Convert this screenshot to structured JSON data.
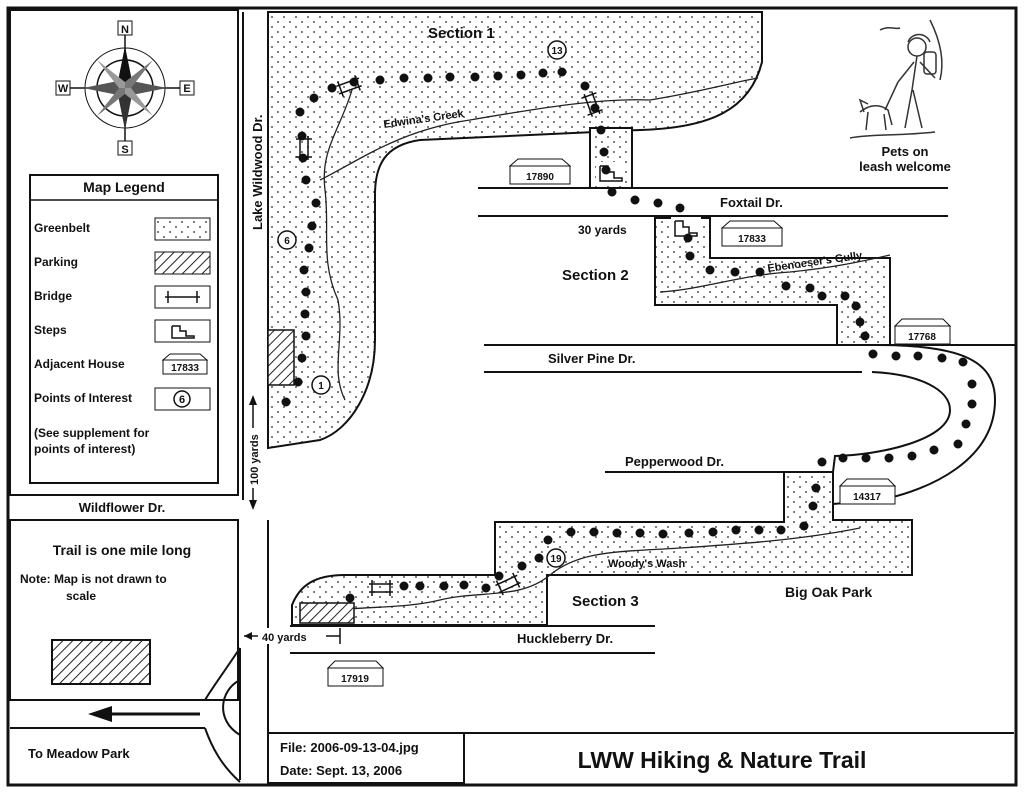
{
  "title": "LWW Hiking & Nature Trail",
  "file": "File: 2006-09-13-04.jpg",
  "date": "Date: Sept. 13, 2006",
  "compass": {
    "n": "N",
    "s": "S",
    "e": "E",
    "w": "W"
  },
  "legend": {
    "heading": "Map Legend",
    "items": [
      "Greenbelt",
      "Parking",
      "Bridge",
      "Steps",
      "Adjacent House",
      "Points of Interest"
    ],
    "house_number": "17833",
    "poi_number": "6",
    "note": [
      "(See supplement for",
      "points of interest)"
    ]
  },
  "info": {
    "length": "Trail is one mile long",
    "note": [
      "Note: Map is not drawn to",
      "scale"
    ],
    "meadow": "To Meadow Park"
  },
  "streets": {
    "lake_wildwood": "Lake Wildwood Dr.",
    "wildflower": "Wildflower Dr.",
    "foxtail": "Foxtail Dr.",
    "silver_pine": "Silver Pine Dr.",
    "pepperwood": "Pepperwood Dr.",
    "huckleberry": "Huckleberry Dr."
  },
  "sections": {
    "s1": "Section 1",
    "s2": "Section 2",
    "s3": "Section 3"
  },
  "creeks": {
    "edwina": "Edwina's Creek",
    "ebenezer": "Ebenoeser's Gully",
    "woody": "Woody's Wash"
  },
  "places": {
    "big_oak": "Big Oak Park",
    "pets": [
      "Pets on",
      "leash welcome"
    ]
  },
  "distances": {
    "y30": "30 yards",
    "y100": "100 yards",
    "y40": "40 yards"
  },
  "houses": [
    "17890",
    "17833",
    "17768",
    "14317",
    "17919"
  ],
  "poi": [
    "13",
    "6",
    "1",
    "19"
  ]
}
